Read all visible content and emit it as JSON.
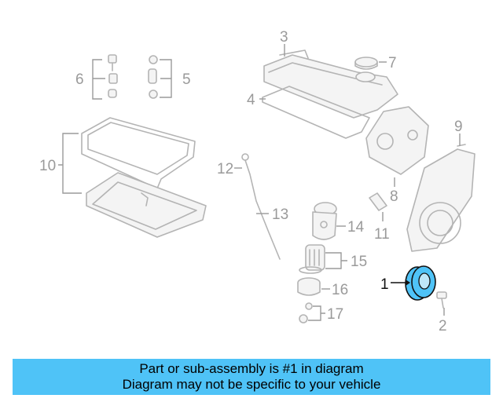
{
  "diagram": {
    "callouts": [
      "1",
      "2",
      "3",
      "4",
      "5",
      "6",
      "7",
      "8",
      "9",
      "10",
      "11",
      "12",
      "13",
      "14",
      "15",
      "16",
      "17"
    ],
    "highlighted_part": "1",
    "colors": {
      "highlight_fill": "#4fc3f7",
      "line_art": "#b4b4b4",
      "callout_text": "#9a9a9a",
      "highlight_outline": "#111111"
    }
  },
  "banner": {
    "line1": "Part or sub-assembly is #1 in diagram",
    "line2": "Diagram may not be specific to your vehicle",
    "background": "#4fc3f7"
  }
}
